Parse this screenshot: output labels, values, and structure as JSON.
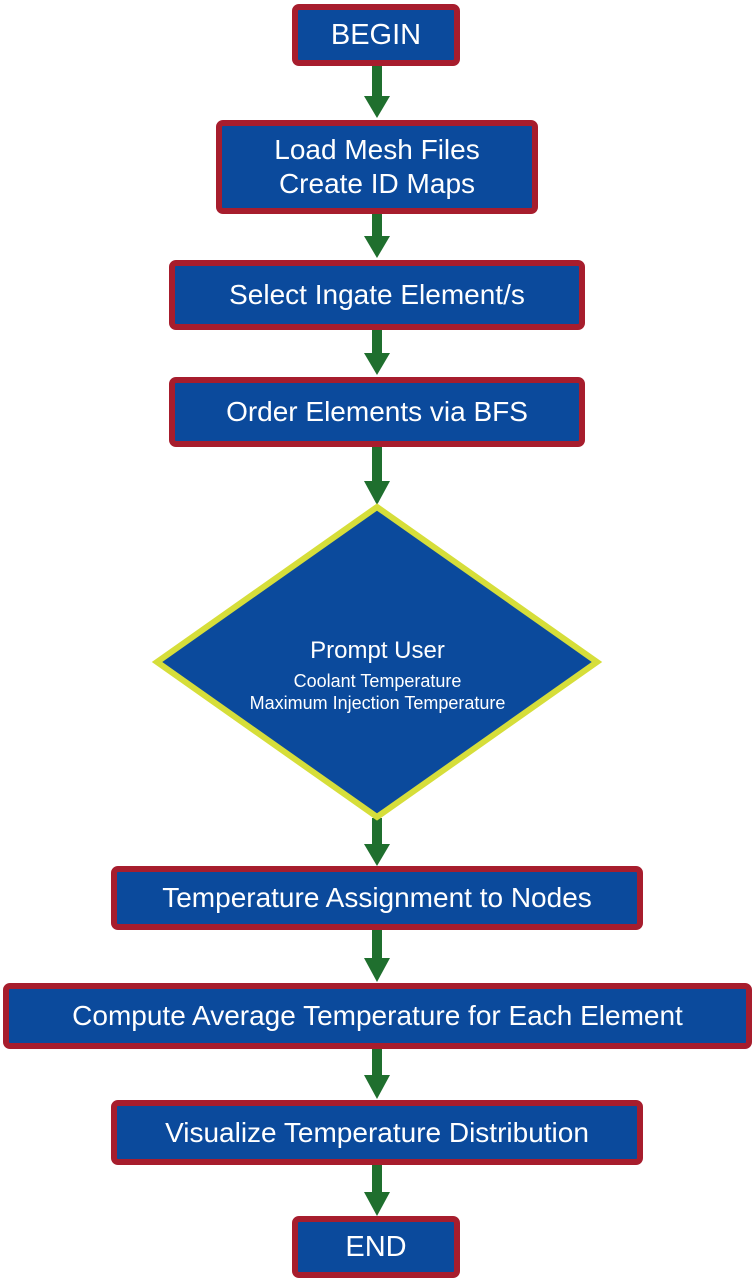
{
  "colors": {
    "box_fill": "#0b4a9c",
    "box_border": "#a71d2d",
    "decision_border": "#d6de3a",
    "arrow": "#1f6f2e",
    "text": "#ffffff"
  },
  "flowchart": {
    "begin": "BEGIN",
    "load_line1": "Load Mesh Files",
    "load_line2": "Create ID Maps",
    "select_ingate": "Select Ingate Element/s",
    "order_elements": "Order Elements via BFS",
    "prompt": {
      "title": "Prompt User",
      "line1": "Coolant Temperature",
      "line2": "Maximum Injection Temperature"
    },
    "temperature_assignment": "Temperature Assignment to Nodes",
    "compute_average": "Compute Average Temperature for Each Element",
    "visualize": "Visualize Temperature Distribution",
    "end": "END"
  }
}
